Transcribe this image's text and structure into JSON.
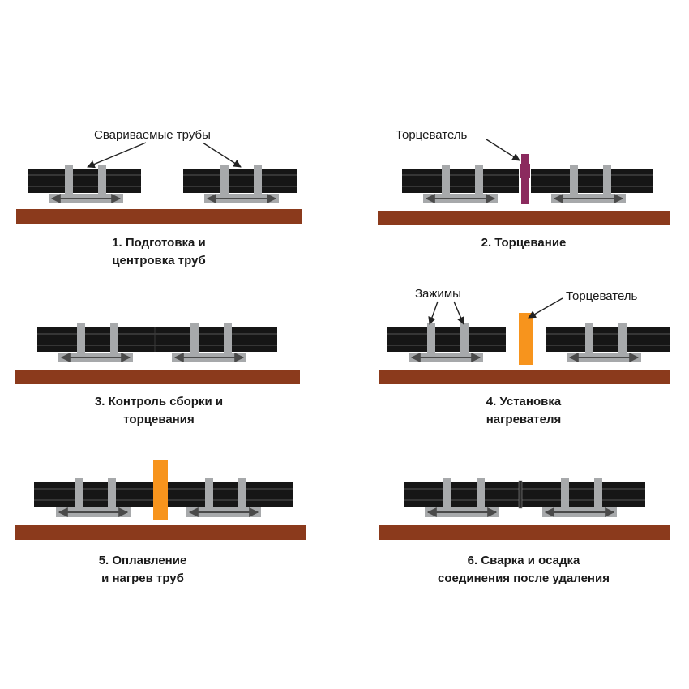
{
  "colors": {
    "base": "#8b3a1c",
    "pipe": "#161616",
    "clamp": "#a7a9ab",
    "arrow": "#4a4a4a",
    "facer": "#8b2a5e",
    "heater": "#f7941d"
  },
  "steps": [
    {
      "caption_line1": "1. Подготовка и",
      "caption_line2": "центровка труб",
      "label": "Свариваемые трубы"
    },
    {
      "caption_line1": "2. Торцевание",
      "caption_line2": "",
      "label": "Торцеватель"
    },
    {
      "caption_line1": "3. Контроль сборки и",
      "caption_line2": "торцевания"
    },
    {
      "caption_line1": "4. Установка",
      "caption_line2": "нагревателя",
      "label": "Зажимы",
      "label2": "Торцеватель"
    },
    {
      "caption_line1": "5. Оплавление",
      "caption_line2": "и нагрев труб"
    },
    {
      "caption_line1": "6. Сварка и осадка",
      "caption_line2": "соединения после удаления"
    }
  ]
}
